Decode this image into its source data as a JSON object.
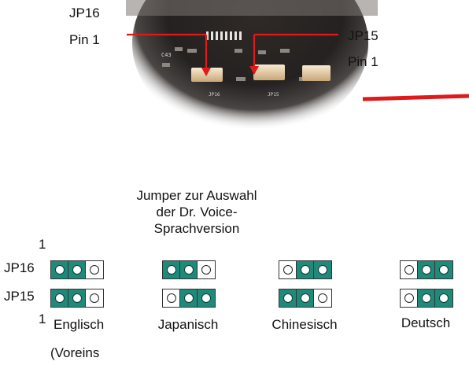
{
  "photo_labels": {
    "jp16": "JP16",
    "jp16_pin": "Pin 1",
    "jp15": "JP15",
    "jp15_pin": "Pin 1"
  },
  "photo_board_text": {
    "left_ref": "JP16",
    "right_ref": "JP15",
    "c_label": "C43"
  },
  "title_lines": [
    "Jumper zur Auswahl",
    "der Dr. Voice-",
    "Sprachversion"
  ],
  "row_labels": {
    "top_pin": "1",
    "jp16": "JP16",
    "jp15": "JP15",
    "bottom_pin": "1"
  },
  "colors": {
    "jumper_cap": "#1f8a7a",
    "arrow_red": "#e0191b"
  },
  "jumper_settings": [
    {
      "label": "Englisch",
      "note": "(Voreins",
      "jp16": [
        1,
        1,
        0
      ],
      "jp15": [
        1,
        1,
        0
      ]
    },
    {
      "label": "Japanisch",
      "jp16": [
        1,
        1,
        0
      ],
      "jp15": [
        0,
        1,
        1
      ]
    },
    {
      "label": "Chinesisch",
      "jp16": [
        0,
        1,
        1
      ],
      "jp15": [
        1,
        1,
        0
      ]
    },
    {
      "label": "Deutsch",
      "jp16": [
        0,
        1,
        1
      ],
      "jp15": [
        0,
        1,
        1
      ]
    }
  ]
}
